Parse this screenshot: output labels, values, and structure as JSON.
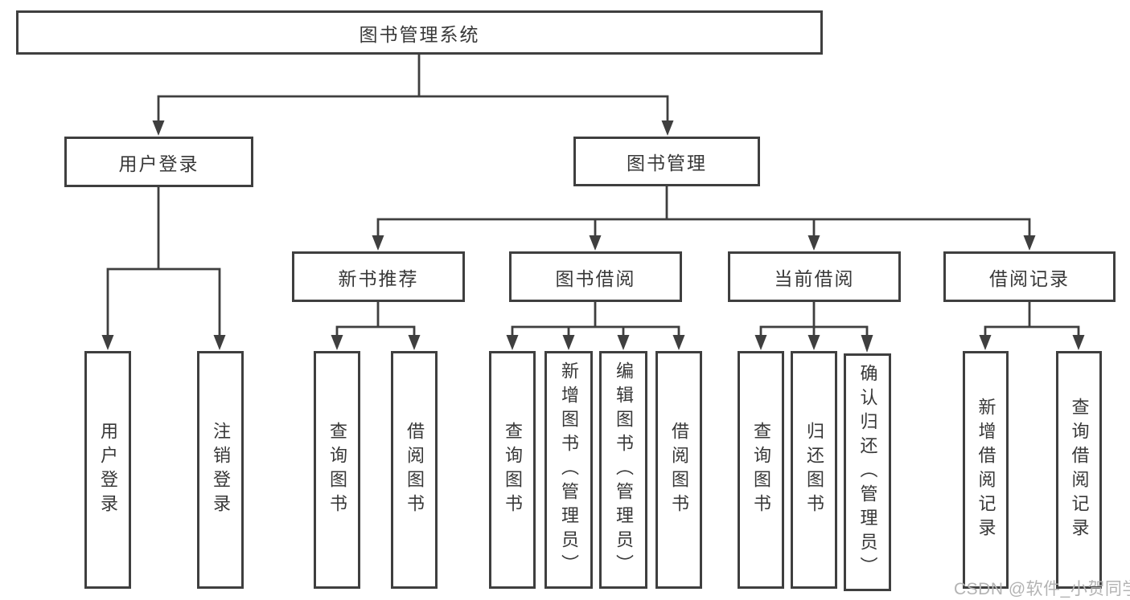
{
  "tree": {
    "label": "图书管理系统",
    "children": [
      {
        "label": "用户登录",
        "children": [
          {
            "label": "用户登录"
          },
          {
            "label": "注销登录"
          }
        ]
      },
      {
        "label": "图书管理",
        "children": [
          {
            "label": "新书推荐",
            "children": [
              {
                "label": "查询图书"
              },
              {
                "label": "借阅图书"
              }
            ]
          },
          {
            "label": "图书借阅",
            "children": [
              {
                "label": "查询图书"
              },
              {
                "label": "新增图书（管理员）"
              },
              {
                "label": "编辑图书（管理员）"
              },
              {
                "label": "借阅图书"
              }
            ]
          },
          {
            "label": "当前借阅",
            "children": [
              {
                "label": "查询图书"
              },
              {
                "label": "归还图书"
              },
              {
                "label": "确认归还（管理员）"
              }
            ]
          },
          {
            "label": "借阅记录",
            "children": [
              {
                "label": "新增借阅记录"
              },
              {
                "label": "查询借阅记录"
              }
            ]
          }
        ]
      }
    ]
  },
  "watermark": "CSDN @软件_小贺同学",
  "colors": {
    "line": "#3f3f3f",
    "node_text": "#383838",
    "watermark": "#b3b3b3",
    "background": "#ffffff"
  }
}
